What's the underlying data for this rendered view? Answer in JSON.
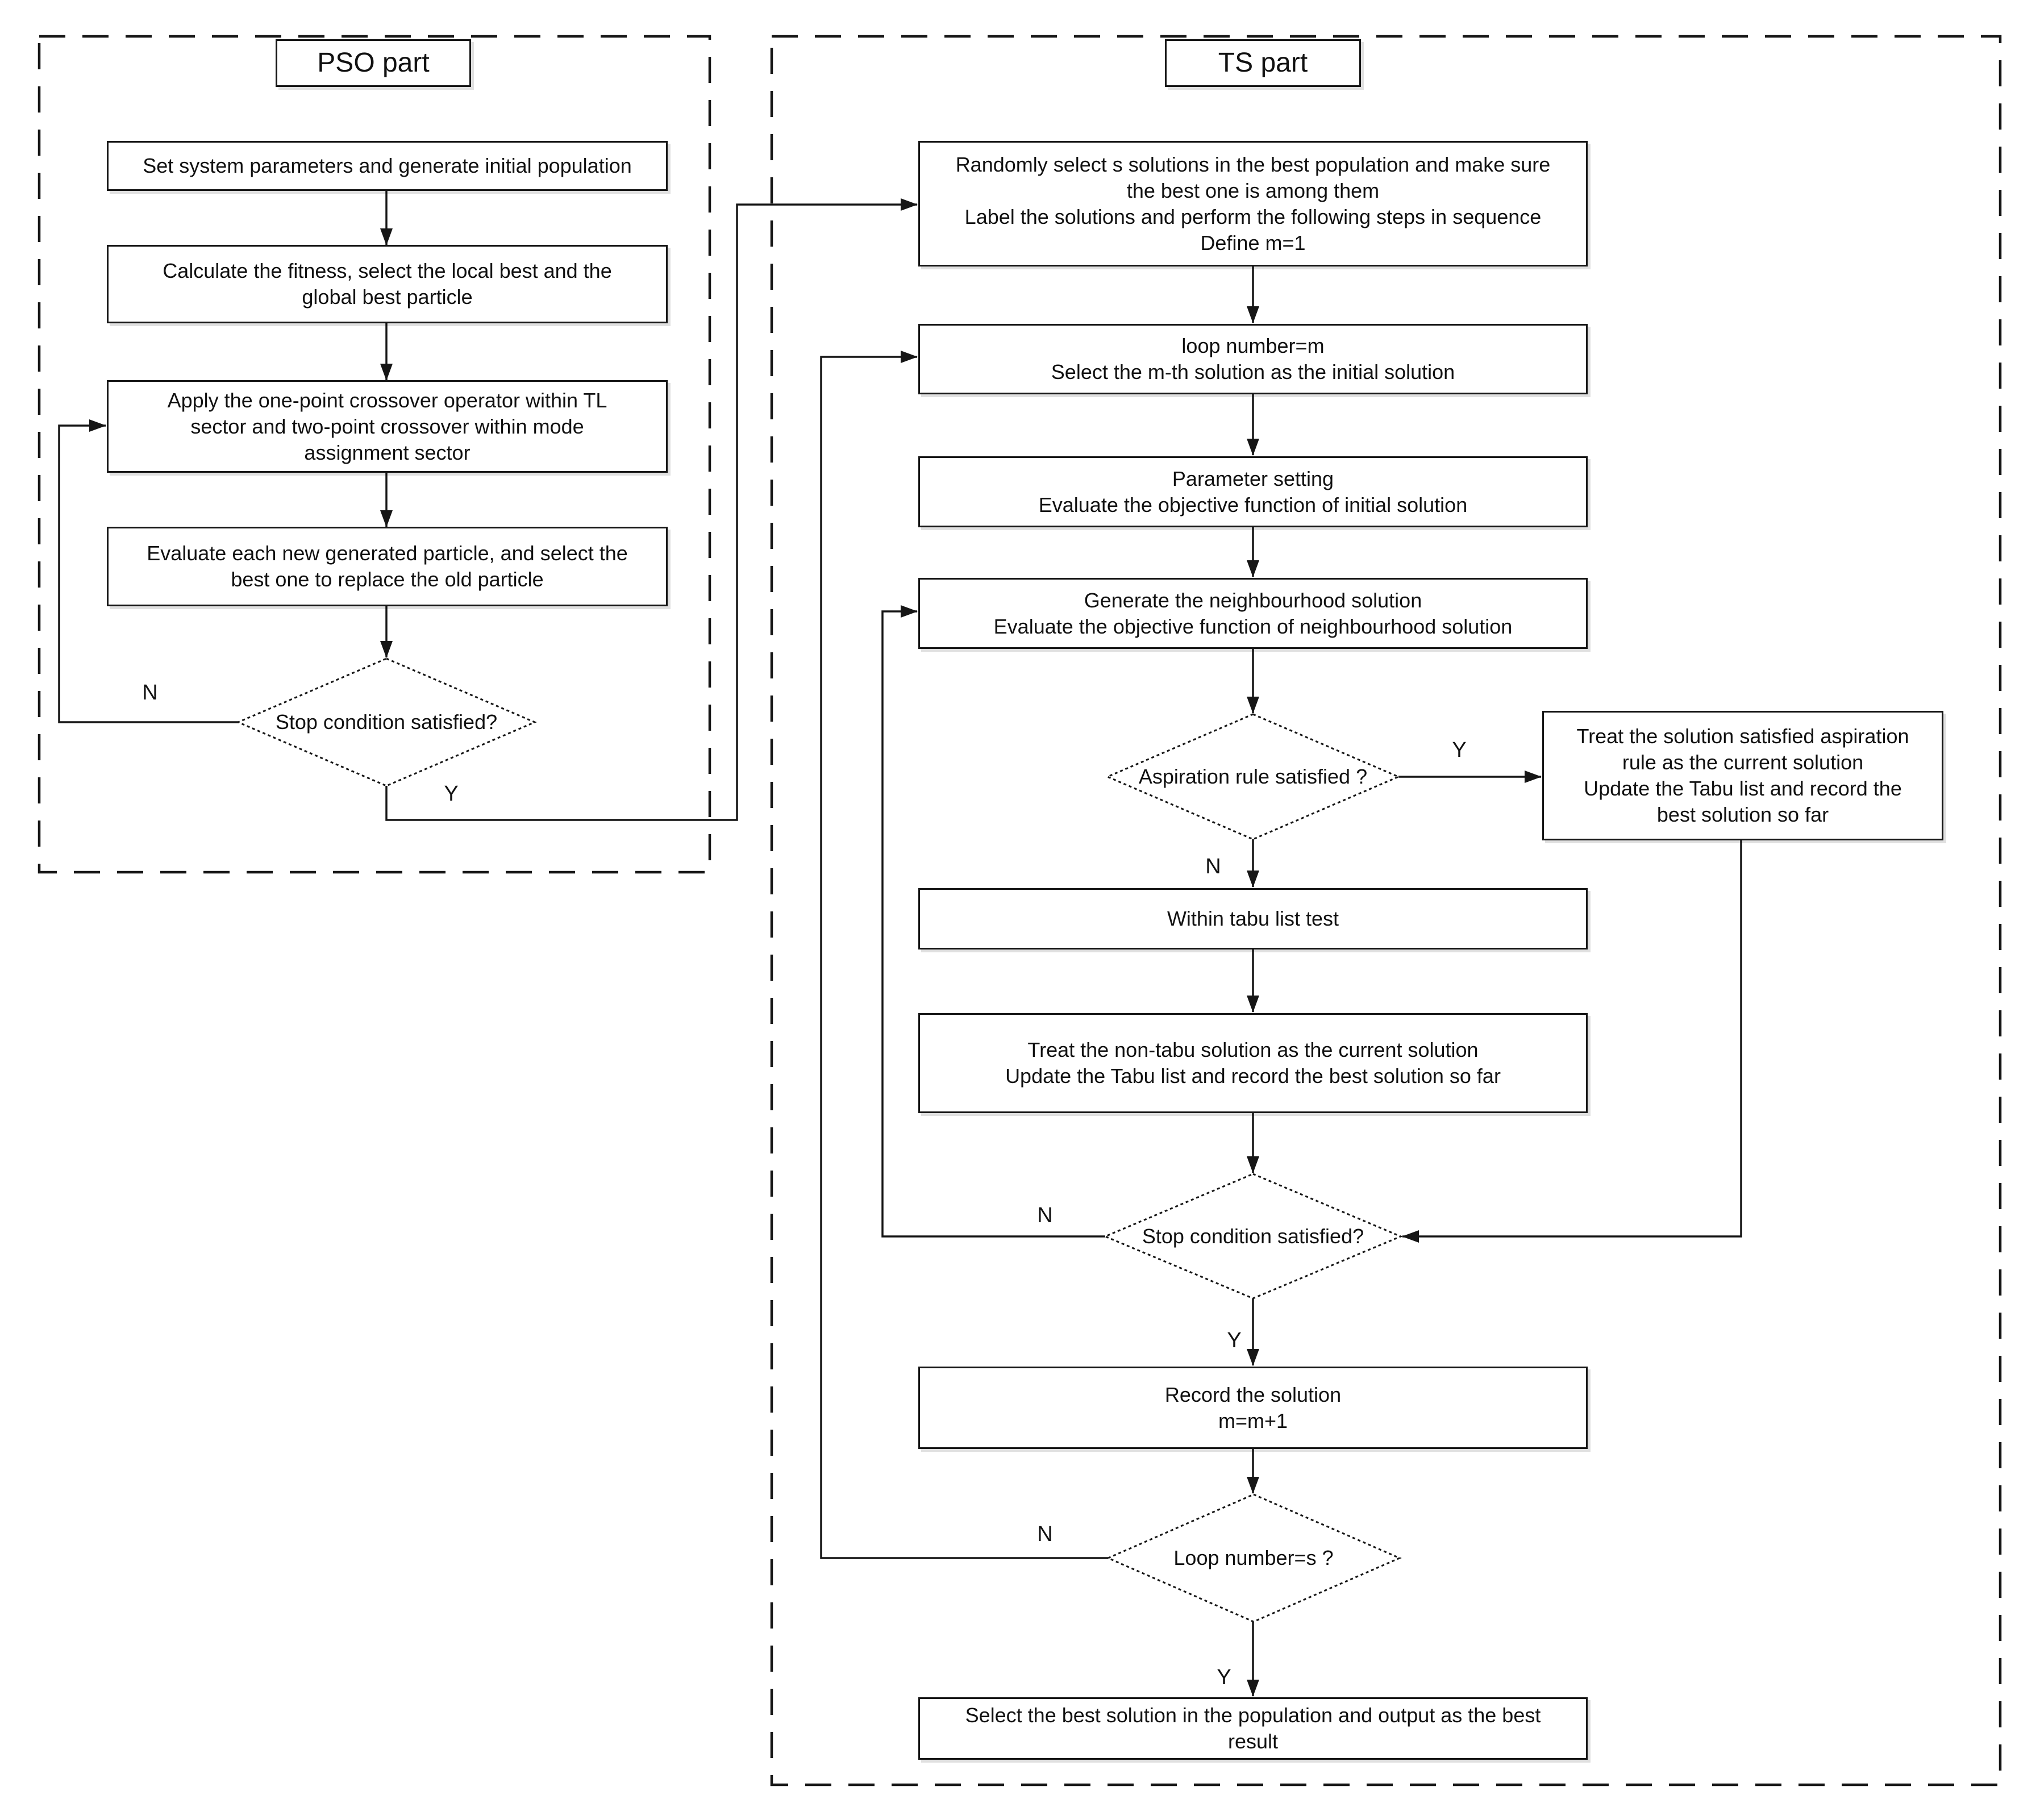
{
  "pso": {
    "title": "PSO part",
    "step1": [
      "Set system parameters and generate initial population"
    ],
    "step2": [
      "Calculate the fitness, select the local best and the",
      "global best particle"
    ],
    "step3": [
      "Apply the one-point crossover operator within TL",
      "sector and two-point crossover within mode",
      "assignment sector"
    ],
    "step4": [
      "Evaluate each new generated particle, and select the",
      "best one to replace the old particle"
    ],
    "decision_stop": "Stop condition satisfied?",
    "label_no": "N",
    "label_yes": "Y"
  },
  "ts": {
    "title": "TS part",
    "step1": [
      "Randomly select s solutions in the best population and make sure",
      "the best one is among them",
      "Label the solutions and perform the following steps in sequence",
      "Define m=1"
    ],
    "step2": [
      "loop number=m",
      "Select the m-th solution as the initial solution"
    ],
    "step3": [
      "Parameter setting",
      "Evaluate the objective function of initial solution"
    ],
    "step4": [
      "Generate the neighbourhood solution",
      "Evaluate the objective function of neighbourhood solution"
    ],
    "decision_aspiration": "Aspiration rule satisfied ?",
    "aspiration_result": [
      "Treat the solution satisfied aspiration",
      "rule as the current solution",
      "Update the Tabu list and record the",
      "best solution so far"
    ],
    "step5": [
      "Within tabu list test"
    ],
    "step6": [
      "Treat the non-tabu solution as the current solution",
      "Update the Tabu list and record the best solution so far"
    ],
    "decision_stop": "Stop condition satisfied?",
    "step7": [
      "Record the solution",
      "m=m+1"
    ],
    "decision_loop": "Loop number=s ?",
    "step8": [
      "Select the best solution in the population and output as the best",
      "result"
    ],
    "label_no": "N",
    "label_yes": "Y"
  }
}
